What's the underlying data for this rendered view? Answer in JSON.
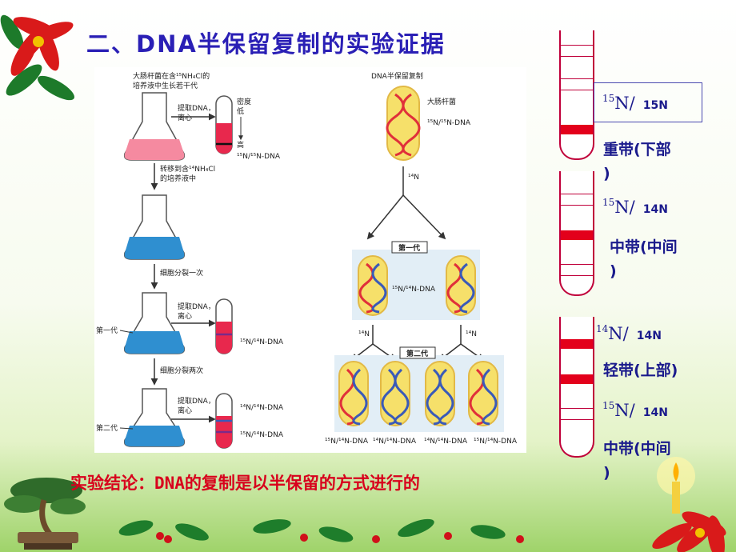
{
  "slide": {
    "title": "二、DNA半保留复制的实验证据",
    "conclusion": "实验结论：DNA的复制是以半保留的方式进行的"
  },
  "figure_left": {
    "step_top": "大肠杆菌在含¹⁵NH₄Cl的",
    "step_top2": "培养液中生长若干代",
    "extract1": "提取DNA，",
    "extract1b": "离心",
    "density": "密度",
    "density_low": "低",
    "density_high": "高",
    "band_heavy": "¹⁵N/¹⁵N-DNA",
    "transfer": "转移到含¹⁴NH₄Cl",
    "transfer2": "的培养液中",
    "divide1": "细胞分裂一次",
    "gen1": "第一代",
    "extract2": "提取DNA，",
    "extract2b": "离心",
    "band_mid": "¹⁵N/¹⁴N-DNA",
    "divide2": "细胞分裂两次",
    "gen2": "第二代",
    "extract3": "提取DNA，",
    "extract3b": "离心",
    "band_light": "¹⁴N/¹⁴N-DNA",
    "band_mid2": "¹⁵N/¹⁴N-DNA"
  },
  "figure_right": {
    "title": "DNA半保留复制",
    "ecoli": "大肠杆菌",
    "parent_label": "¹⁵N/¹⁵N-DNA",
    "n14": "¹⁴N",
    "gen1": "第一代",
    "gen1_label": "¹⁵N/¹⁴N-DNA",
    "gen2": "第二代",
    "gen2_labels": [
      "¹⁵N/¹⁴N-DNA",
      "¹⁴N/¹⁴N-DNA",
      "¹⁴N/¹⁴N-DNA",
      "¹⁵N/¹⁴N-DNA"
    ]
  },
  "tubes": [
    {
      "label": "¹⁵N/ ¹⁵N",
      "iso_a": "15",
      "sym_a": "N/",
      "small": "15N",
      "desc_a": "重带(下部",
      "desc_b": ")"
    },
    {
      "label": "¹⁵N/ ¹⁴N",
      "iso_a": "15",
      "sym_a": "N/",
      "small": "14N",
      "desc_a": "中带(中间",
      "desc_b": ")"
    },
    {
      "iso_a": "14",
      "sym_a": "N/",
      "small": "14N",
      "desc_a": "轻带(上部)",
      "iso_b": "15",
      "sym_b": "N/",
      "small_b": "14N",
      "desc_b": "中带(中间",
      "desc_c": ")"
    }
  ],
  "colors": {
    "title": "#2a1fb5",
    "conclusion": "#d8001c",
    "band": "#e3001b",
    "label": "#1a1a8c"
  }
}
